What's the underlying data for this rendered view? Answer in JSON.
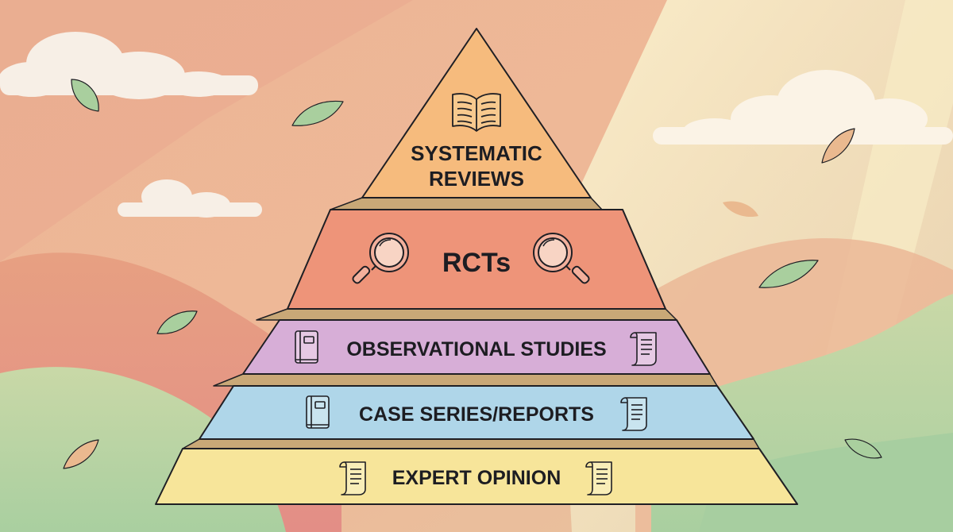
{
  "diagram": {
    "tiers": [
      {
        "lines": [
          "SYSTEMATIC",
          "REVIEWS"
        ],
        "color": "#f6bb7d",
        "icon": "open-book-icon"
      },
      {
        "lines": [
          "RCTs"
        ],
        "color": "#ee9479",
        "icon": "magnifying-glass-icon"
      },
      {
        "lines": [
          "OBSERVATIONAL STUDIES"
        ],
        "color": "#d7aed7",
        "icon": "book-and-scroll-icon"
      },
      {
        "lines": [
          "CASE SERIES/REPORTS"
        ],
        "color": "#afd6e9",
        "icon": "book-and-scroll-icon"
      },
      {
        "lines": [
          "EXPERT OPINION"
        ],
        "color": "#f7e59a",
        "icon": "scroll-icon"
      }
    ]
  },
  "colors": {
    "outline": "#1f1f24",
    "sky_top": "#eab797",
    "sky_pink": "#e49a8a",
    "sky_light": "#f5e8c4",
    "hill_green": "#b9d2a4",
    "leaf_green": "#a9cf9e",
    "leaf_orange": "#eab98f"
  }
}
